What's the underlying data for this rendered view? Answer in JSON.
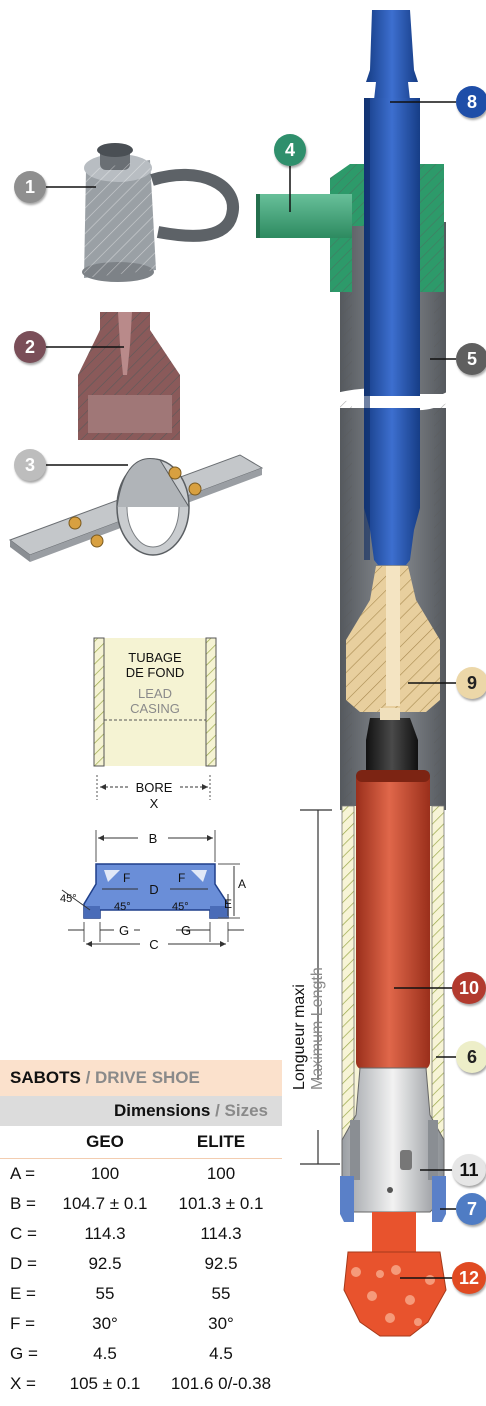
{
  "callouts": [
    "1",
    "2",
    "3",
    "4",
    "5",
    "6",
    "7",
    "8",
    "9",
    "10",
    "11",
    "12"
  ],
  "casing_label": {
    "fr": "TUBAGE\nDE FOND",
    "en": "LEAD\nCASING"
  },
  "bore_label": {
    "bore": "BORE",
    "x": "X"
  },
  "shoe_labels": {
    "B": "B",
    "D": "D",
    "C": "C",
    "G_left": "G",
    "G_right": "G",
    "F_left": "F",
    "F_right": "F",
    "A": "A",
    "E": "E",
    "angle_outer": "45°",
    "angle_in_left": "45°",
    "angle_in_right": "45°"
  },
  "length_label": {
    "fr": "Longueur maxi",
    "en": "Maximum Length"
  },
  "table": {
    "title_fr": "SABOTS",
    "title_sep": " / ",
    "title_en": "DRIVE SHOE",
    "dim_fr": "Dimensions",
    "dim_sep": " / ",
    "dim_en": "Sizes",
    "headers": [
      "",
      "GEO",
      "ELITE"
    ],
    "rows": [
      [
        "A =",
        "100",
        "100"
      ],
      [
        "B =",
        "104.7 ± 0.1",
        "101.3 ± 0.1"
      ],
      [
        "C =",
        "114.3",
        "114.3"
      ],
      [
        "D =",
        "92.5",
        "92.5"
      ],
      [
        "E =",
        "55",
        "55"
      ],
      [
        "F =",
        "30°",
        "30°"
      ],
      [
        "G =",
        "4.5",
        "4.5"
      ],
      [
        "X =",
        "105 ± 0.1",
        "101.6 0/-0.38"
      ]
    ]
  },
  "colors": {
    "blue_pipe": "#1f4fa8",
    "green_fitting": "#2d9a6a",
    "grey_casing": "#6b6f74",
    "tan_adapter": "#e8cf9e",
    "red_hammer": "#c8442a",
    "cream_liner": "#f7f4d6",
    "orange_bit": "#e8532d"
  }
}
